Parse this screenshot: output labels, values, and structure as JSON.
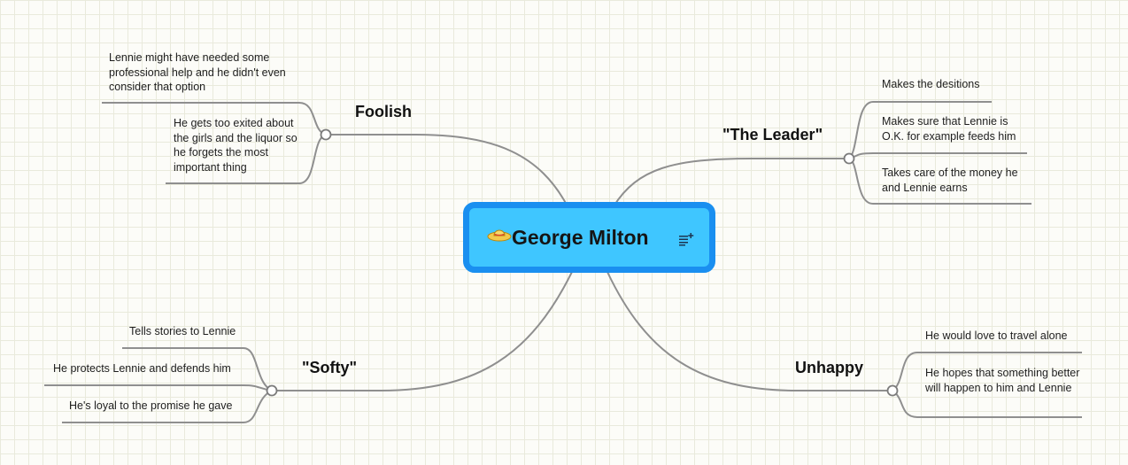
{
  "central_topic": {
    "title": "George Milton",
    "icon": "sombrero-hat-icon",
    "notes_icon": "notes-icon"
  },
  "branches": [
    {
      "title": "Foolish",
      "items": [
        "Lennie might have needed some professional help and he didn't even consider that option",
        "He gets too exited about the girls and the liquor so he forgets the most important thing"
      ]
    },
    {
      "title": "\"The Leader\"",
      "items": [
        "Makes the desitions",
        "Makes sure that Lennie is O.K. for example feeds him",
        "Takes care of the money he and Lennie earns"
      ]
    },
    {
      "title": "\"Softy\"",
      "items": [
        "Tells stories to Lennie",
        "He protects Lennie and defends him",
        "He's loyal to the promise he gave"
      ]
    },
    {
      "title": "Unhappy",
      "items": [
        "He would love to travel alone",
        "He hopes that something better will happen to him and Lennie"
      ]
    }
  ],
  "colors": {
    "central_fill": "#3fc6ff",
    "central_border": "#1a8ff0",
    "connector": "#8f8f8f"
  }
}
